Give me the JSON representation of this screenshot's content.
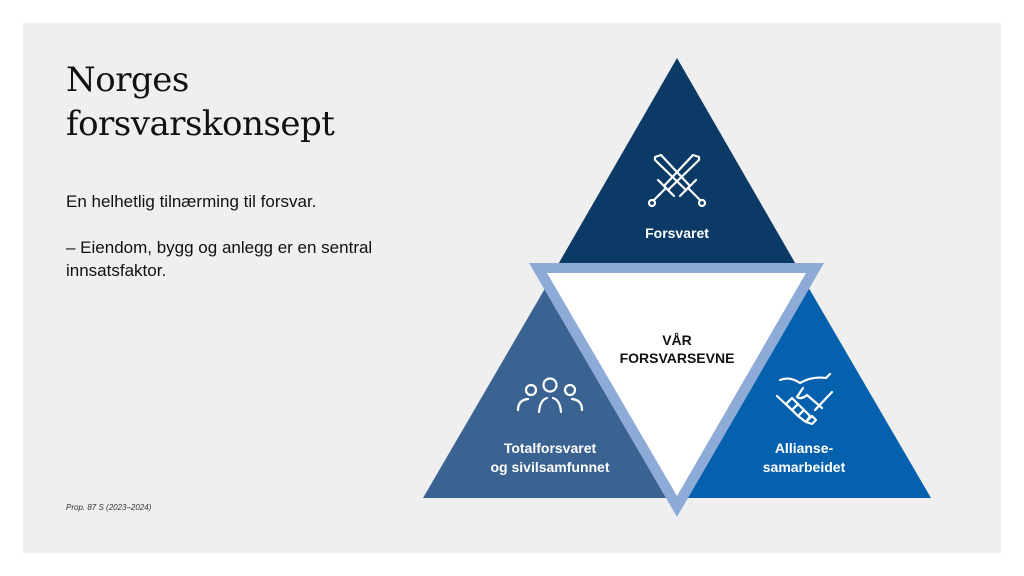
{
  "slide": {
    "title_line1": "Norges",
    "title_line2": "forsvarskonsept",
    "paragraphs": [
      "En helhetlig tilnærming til forsvar.",
      "– Eiendom, bygg og anlegg er en sentral innsatsfaktor."
    ],
    "source": "Prop. 87 S (2023–2024)"
  },
  "diagram": {
    "center": {
      "line1": "VÅR",
      "line2": "FORSVARSEVNE",
      "fill": "#ffffff",
      "border": "#8eabd8"
    },
    "segments": [
      {
        "id": "forsvaret",
        "lines": [
          "Forsvaret"
        ],
        "icon": "crossed-swords-icon",
        "color": "#0b3a66"
      },
      {
        "id": "totalforsvaret",
        "lines": [
          "Totalforsvaret",
          "og sivilsamfunnet"
        ],
        "icon": "people-group-icon",
        "color": "#3b6391"
      },
      {
        "id": "allianse",
        "lines": [
          "Allianse-",
          "samarbeidet"
        ],
        "icon": "handshake-icon",
        "color": "#0561ad"
      }
    ]
  },
  "colors": {
    "background": "#efefef",
    "text": "#111111"
  }
}
